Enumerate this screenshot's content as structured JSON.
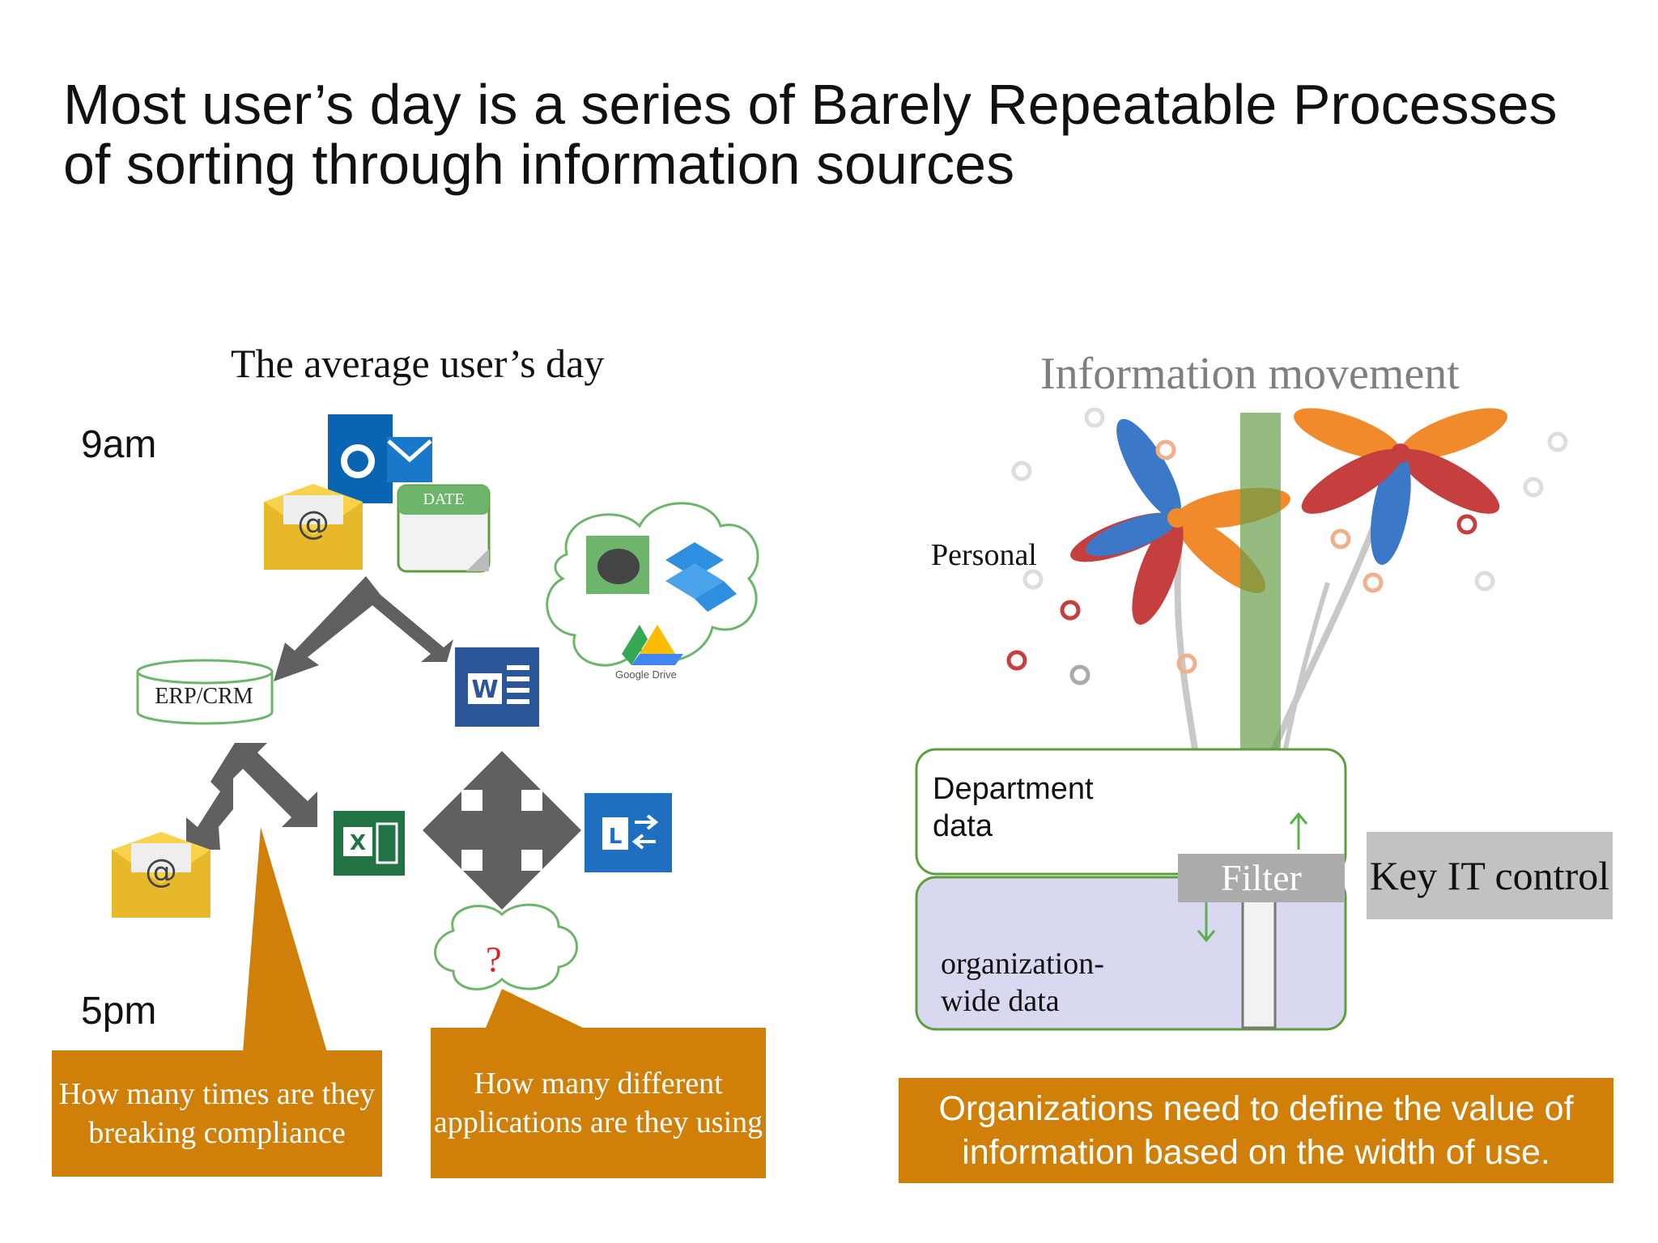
{
  "title": "Most user’s day is a series of Barely Repeatable Processes of sorting through information sources",
  "left": {
    "subtitle": "The average user’s day",
    "time_start": "9am",
    "time_end": "5pm",
    "erp_label": "ERP/CRM",
    "date_label": "DATE",
    "question_mark": "?",
    "gdrive_label": "Google Drive",
    "callout_compliance": "How many times are they breaking compliance",
    "callout_apps": "How many different applications are they using",
    "icons": [
      "outlook-icon",
      "email-envelope-icon",
      "calendar-icon",
      "erp-database-icon",
      "word-icon",
      "evernote-icon",
      "dropbox-icon",
      "google-drive-icon",
      "excel-icon",
      "lync-icon",
      "cloud-icon"
    ]
  },
  "right": {
    "subtitle": "Information movement",
    "personal_label": "Personal",
    "department_label": "Department data",
    "org_label": "organization-wide data",
    "filter_label": "Filter",
    "key_it_label": "Key IT control",
    "banner": "Organizations need to define the value of information based on the width of use."
  },
  "colors": {
    "callout": "#d07f08",
    "green_border": "#5e9e3e",
    "org_fill": "#d8d8f0",
    "arrow_gray": "#606060",
    "filter_gray": "#ababab",
    "key_it_gray": "#c2c2c2"
  }
}
